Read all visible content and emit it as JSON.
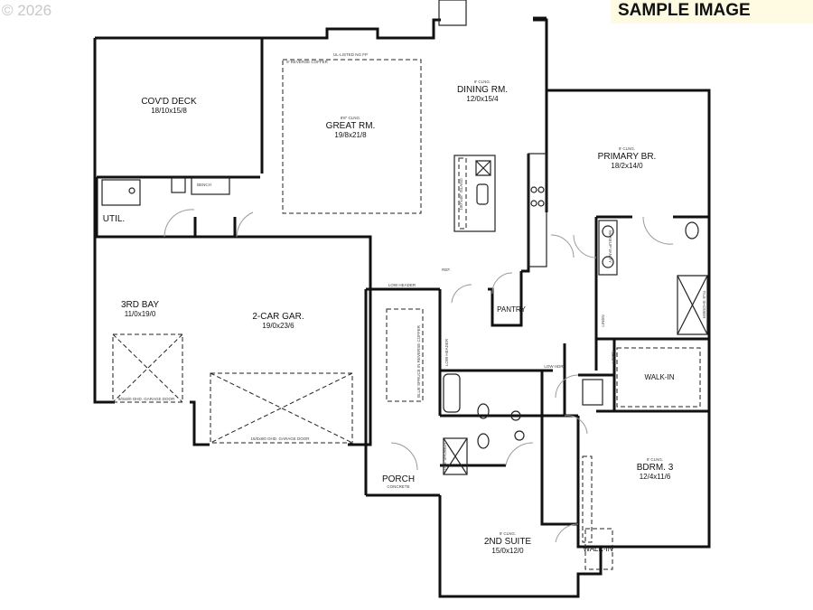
{
  "watermark": {
    "copyright": "© 2026",
    "sample": "SAMPLE IMAGE"
  },
  "colors": {
    "walls": "#111111",
    "background": "#ffffff",
    "sample_badge": "#fffbe3",
    "copyright": "#c8c8c8"
  },
  "rooms": {
    "deck": {
      "name": "COV'D DECK",
      "dim": "18/10x15/8"
    },
    "great": {
      "ceiling": "9'8\" CLNG.",
      "name": "GREAT RM.",
      "dim": "19/8x21/8",
      "fireplace": "UL-LISTED NG FP",
      "coffer": "9' REVERSE COFFER"
    },
    "dining": {
      "ceiling": "9' CLNG.",
      "name": "DINING RM.",
      "dim": "12/0x15/4",
      "island": "100\"x48\" ISLAND"
    },
    "primary": {
      "ceiling": "9' CLNG.",
      "name": "PRIMARY BR.",
      "dim": "18/2x14/0",
      "vanity": "MAKEUP VANITY",
      "shower": "TILE SHOWER",
      "linen1": "LINEN",
      "linen2": "LINEN",
      "walkin": "WALK-IN"
    },
    "util": {
      "name": "UTIL.",
      "bench": "BENCH"
    },
    "bay3": {
      "name": "3RD BAY",
      "dim": "11/0x19/0",
      "door": "9/0x8/0 OHD. GARAGE DOOR"
    },
    "garage": {
      "name": "2-CAR GAR.",
      "dim": "19/0x23/6",
      "door": "16/0x8/0 OHD. GARAGE DOOR"
    },
    "kitchen": {
      "ref": "REF.",
      "low_header_1": "LOW HEADER",
      "low_header_2": "LOW HEADER",
      "low_hdr": "LOW HDR"
    },
    "entry": {
      "coffer": "BLUE SPRUCE IN REVERSE COFFER"
    },
    "pantry": {
      "name": "PANTRY"
    },
    "porch": {
      "name": "PORCH",
      "sub": "CONCRETE"
    },
    "bdrm3": {
      "ceiling": "9' CLNG.",
      "name": "BDRM. 3",
      "dim": "12/4x11/6"
    },
    "suite2": {
      "ceiling": "9' CLNG.",
      "name": "2ND SUITE",
      "dim": "15/0x12/0",
      "walkin": "WALK-IN",
      "shower": "TILE SHOWER"
    }
  }
}
